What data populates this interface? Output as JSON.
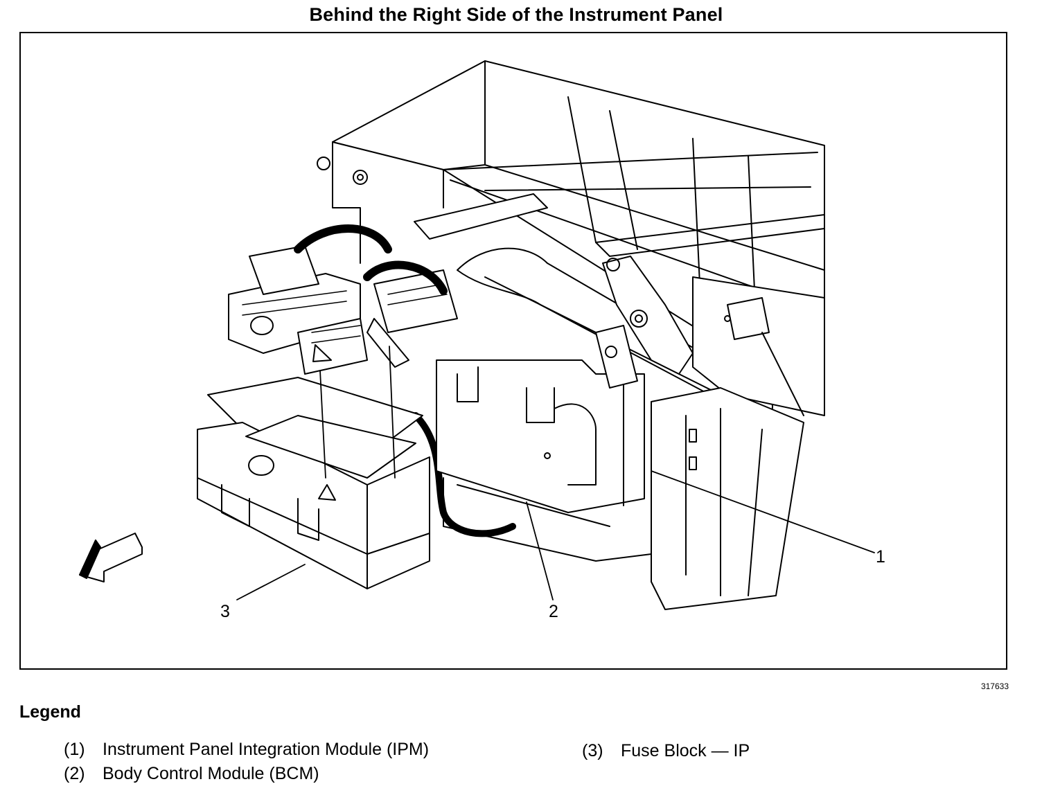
{
  "title": "Behind the Right Side of the Instrument Panel",
  "figure_number": "317633",
  "callouts": {
    "c1": "1",
    "c2": "2",
    "c3": "3"
  },
  "legend": {
    "heading": "Legend",
    "items": [
      {
        "num": "(1)",
        "label": "Instrument Panel Integration Module (IPM)"
      },
      {
        "num": "(2)",
        "label": "Body Control Module (BCM)"
      },
      {
        "num": "(3)",
        "label": "Fuse Block — IP"
      }
    ]
  }
}
